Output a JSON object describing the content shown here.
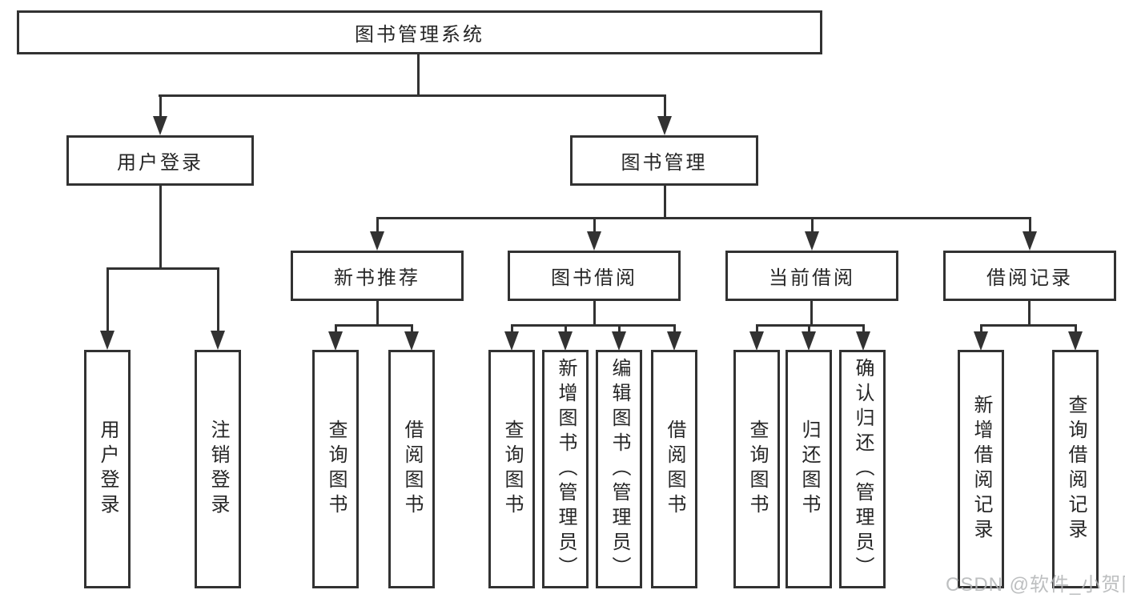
{
  "diagram_type": "hierarchy-tree",
  "tree": {
    "label": "图书管理系统",
    "children": [
      {
        "label": "用户登录",
        "children": [
          {
            "label": "用户登录"
          },
          {
            "label": "注销登录"
          }
        ]
      },
      {
        "label": "图书管理",
        "children": [
          {
            "label": "新书推荐",
            "children": [
              {
                "label": "查询图书"
              },
              {
                "label": "借阅图书"
              }
            ]
          },
          {
            "label": "图书借阅",
            "children": [
              {
                "label": "查询图书"
              },
              {
                "label": "新增图书（管理员）"
              },
              {
                "label": "编辑图书（管理员）"
              },
              {
                "label": "借阅图书"
              }
            ]
          },
          {
            "label": "当前借阅",
            "children": [
              {
                "label": "查询图书"
              },
              {
                "label": "归还图书"
              },
              {
                "label": "确认归还（管理员）"
              }
            ]
          },
          {
            "label": "借阅记录",
            "children": [
              {
                "label": "新增借阅记录"
              },
              {
                "label": "查询借阅记录"
              }
            ]
          }
        ]
      }
    ]
  },
  "colors": {
    "line": "#323232",
    "text": "#262626",
    "background": "#ffffff",
    "watermark": "#b2b4b6"
  },
  "watermark": {
    "text": "CSDN @软件_小贺同学"
  }
}
